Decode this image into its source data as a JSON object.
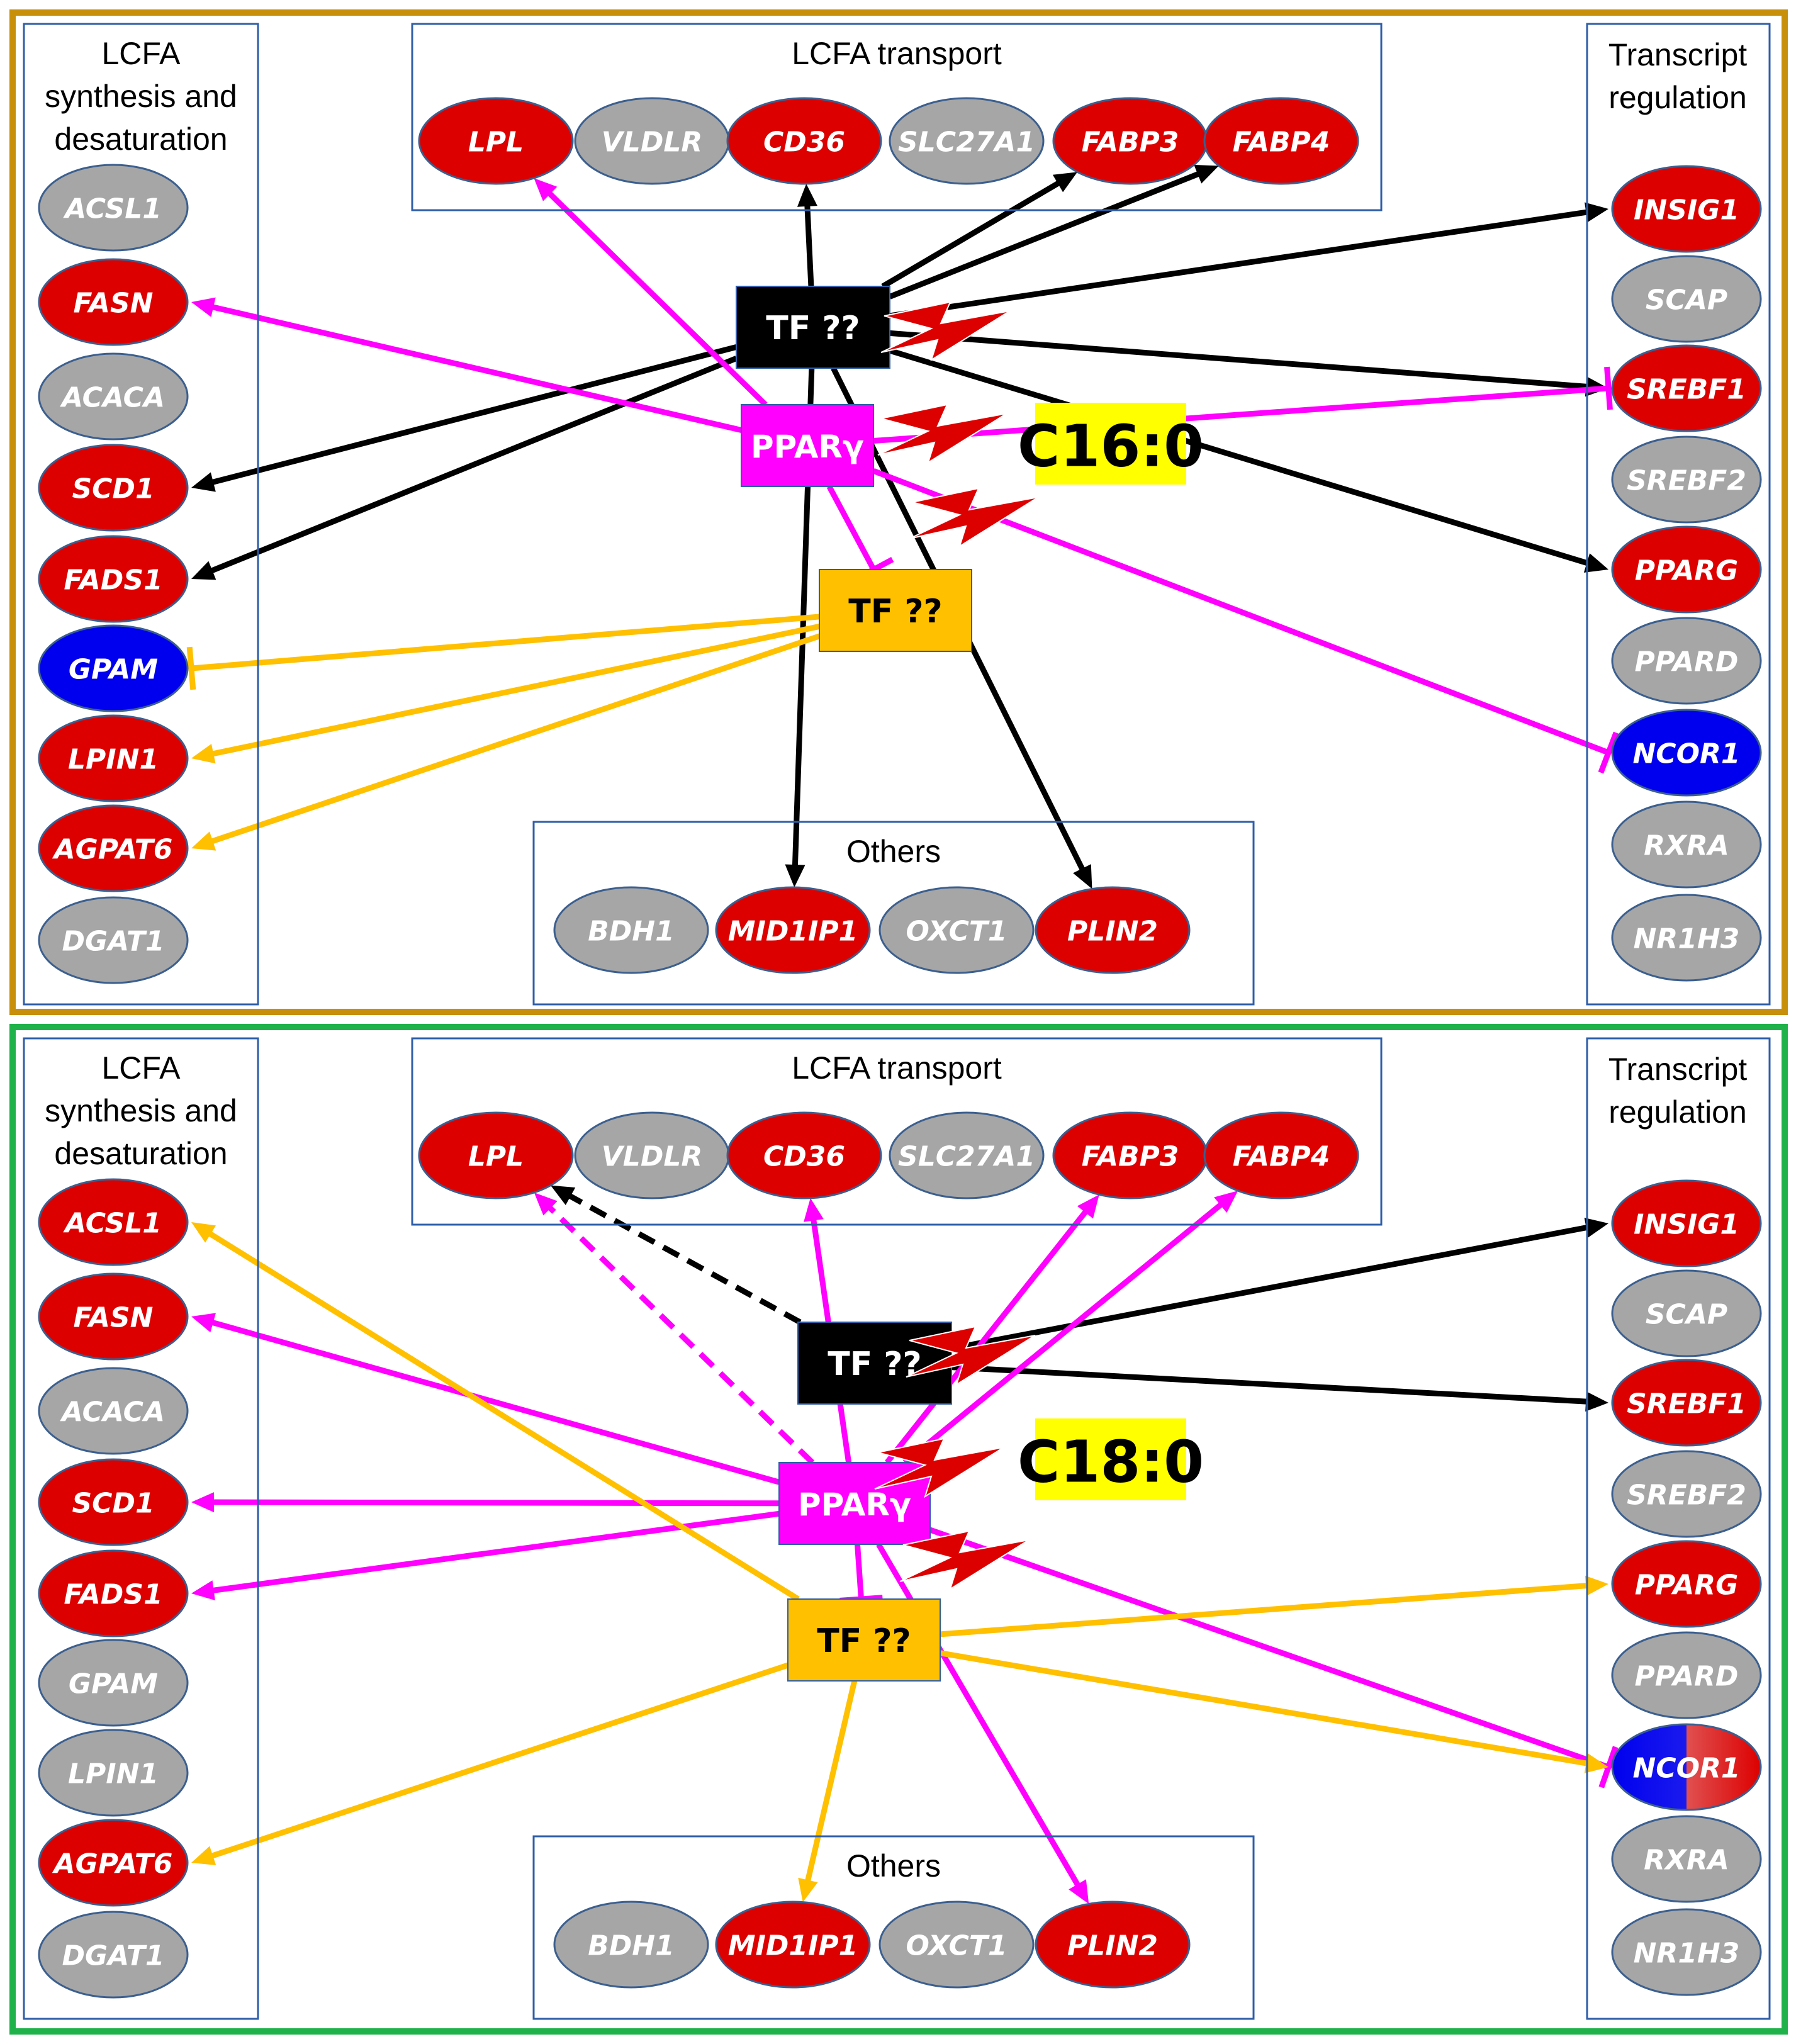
{
  "colors": {
    "red": "#dd0000",
    "grey": "#a6a6a6",
    "blue": "#0000ee",
    "black": "#000000",
    "magenta": "#ff00ff",
    "orange": "#ffc000",
    "yellow": "#ffff00",
    "panel_top_border": "#c8900a",
    "panel_bottom_border": "#1fb24a",
    "group_border": "#2e5ea8"
  },
  "groups": {
    "synthesis": [
      "LCFA",
      "synthesis and",
      "desaturation"
    ],
    "transport": "LCFA transport",
    "transcript": [
      "Transcript",
      "regulation"
    ],
    "others": "Others"
  },
  "panels": [
    {
      "id": "p16",
      "fatty_acid": "C16:0",
      "boxes": {
        "tf_black": "TF ??",
        "ppar": "PPARγ",
        "tf_orange": "TF ??"
      },
      "left_genes": [
        {
          "name": "ACSL1",
          "color": "grey"
        },
        {
          "name": "FASN",
          "color": "red"
        },
        {
          "name": "ACACA",
          "color": "grey"
        },
        {
          "name": "SCD1",
          "color": "red"
        },
        {
          "name": "FADS1",
          "color": "red"
        },
        {
          "name": "GPAM",
          "color": "blue"
        },
        {
          "name": "LPIN1",
          "color": "red"
        },
        {
          "name": "AGPAT6",
          "color": "red"
        },
        {
          "name": "DGAT1",
          "color": "grey"
        }
      ],
      "top_genes": [
        {
          "name": "LPL",
          "color": "red"
        },
        {
          "name": "VLDLR",
          "color": "grey"
        },
        {
          "name": "CD36",
          "color": "red"
        },
        {
          "name": "SLC27A1",
          "color": "grey"
        },
        {
          "name": "FABP3",
          "color": "red"
        },
        {
          "name": "FABP4",
          "color": "red"
        }
      ],
      "right_genes": [
        {
          "name": "INSIG1",
          "color": "red"
        },
        {
          "name": "SCAP",
          "color": "grey"
        },
        {
          "name": "SREBF1",
          "color": "red"
        },
        {
          "name": "SREBF2",
          "color": "grey"
        },
        {
          "name": "PPARG",
          "color": "red"
        },
        {
          "name": "PPARD",
          "color": "grey"
        },
        {
          "name": "NCOR1",
          "color": "blue"
        },
        {
          "name": "RXRA",
          "color": "grey"
        },
        {
          "name": "NR1H3",
          "color": "grey"
        }
      ],
      "bottom_genes": [
        {
          "name": "BDH1",
          "color": "grey"
        },
        {
          "name": "MID1IP1",
          "color": "red"
        },
        {
          "name": "OXCT1",
          "color": "grey"
        },
        {
          "name": "PLIN2",
          "color": "red"
        }
      ],
      "edges": [
        {
          "from": "tf_black",
          "to": "CD36",
          "color": "black",
          "type": "arrow"
        },
        {
          "from": "tf_black",
          "to": "FABP3",
          "color": "black",
          "type": "arrow"
        },
        {
          "from": "tf_black",
          "to": "FABP4",
          "color": "black",
          "type": "arrow"
        },
        {
          "from": "tf_black",
          "to": "INSIG1",
          "color": "black",
          "type": "arrow"
        },
        {
          "from": "tf_black",
          "to": "SREBF1",
          "color": "black",
          "type": "arrow"
        },
        {
          "from": "tf_black",
          "to": "PPARG",
          "color": "black",
          "type": "arrow"
        },
        {
          "from": "tf_black",
          "to": "SCD1",
          "color": "black",
          "type": "arrow"
        },
        {
          "from": "tf_black",
          "to": "FADS1",
          "color": "black",
          "type": "arrow"
        },
        {
          "from": "tf_black",
          "to": "MID1IP1",
          "color": "black",
          "type": "arrow"
        },
        {
          "from": "tf_black",
          "to": "PLIN2",
          "color": "black",
          "type": "arrow"
        },
        {
          "from": "ppar",
          "to": "LPL",
          "color": "magenta",
          "type": "arrow"
        },
        {
          "from": "ppar",
          "to": "FASN",
          "color": "magenta",
          "type": "arrow"
        },
        {
          "from": "ppar",
          "to": "SREBF1",
          "color": "magenta",
          "type": "inhibit"
        },
        {
          "from": "ppar",
          "to": "NCOR1",
          "color": "magenta",
          "type": "inhibit"
        },
        {
          "from": "ppar",
          "to": "tf_orange",
          "color": "magenta",
          "type": "inhibit"
        },
        {
          "from": "tf_orange",
          "to": "GPAM",
          "color": "orange",
          "type": "inhibit"
        },
        {
          "from": "tf_orange",
          "to": "LPIN1",
          "color": "orange",
          "type": "arrow"
        },
        {
          "from": "tf_orange",
          "to": "AGPAT6",
          "color": "orange",
          "type": "arrow"
        }
      ]
    },
    {
      "id": "p18",
      "fatty_acid": "C18:0",
      "boxes": {
        "tf_black": "TF ??",
        "ppar": "PPARγ",
        "tf_orange": "TF ??"
      },
      "left_genes": [
        {
          "name": "ACSL1",
          "color": "red"
        },
        {
          "name": "FASN",
          "color": "red"
        },
        {
          "name": "ACACA",
          "color": "grey"
        },
        {
          "name": "SCD1",
          "color": "red"
        },
        {
          "name": "FADS1",
          "color": "red"
        },
        {
          "name": "GPAM",
          "color": "grey"
        },
        {
          "name": "LPIN1",
          "color": "grey"
        },
        {
          "name": "AGPAT6",
          "color": "red"
        },
        {
          "name": "DGAT1",
          "color": "grey"
        }
      ],
      "top_genes": [
        {
          "name": "LPL",
          "color": "red"
        },
        {
          "name": "VLDLR",
          "color": "grey"
        },
        {
          "name": "CD36",
          "color": "red"
        },
        {
          "name": "SLC27A1",
          "color": "grey"
        },
        {
          "name": "FABP3",
          "color": "red"
        },
        {
          "name": "FABP4",
          "color": "red"
        }
      ],
      "right_genes": [
        {
          "name": "INSIG1",
          "color": "red"
        },
        {
          "name": "SCAP",
          "color": "grey"
        },
        {
          "name": "SREBF1",
          "color": "red"
        },
        {
          "name": "SREBF2",
          "color": "grey"
        },
        {
          "name": "PPARG",
          "color": "red"
        },
        {
          "name": "PPARD",
          "color": "grey"
        },
        {
          "name": "NCOR1",
          "color": "split"
        },
        {
          "name": "RXRA",
          "color": "grey"
        },
        {
          "name": "NR1H3",
          "color": "grey"
        }
      ],
      "bottom_genes": [
        {
          "name": "BDH1",
          "color": "grey"
        },
        {
          "name": "MID1IP1",
          "color": "red"
        },
        {
          "name": "OXCT1",
          "color": "grey"
        },
        {
          "name": "PLIN2",
          "color": "red"
        }
      ],
      "edges": [
        {
          "from": "tf_black",
          "to": "LPL",
          "color": "black",
          "type": "arrow",
          "dashed": true
        },
        {
          "from": "tf_black",
          "to": "INSIG1",
          "color": "black",
          "type": "arrow"
        },
        {
          "from": "tf_black",
          "to": "SREBF1",
          "color": "black",
          "type": "arrow"
        },
        {
          "from": "ppar",
          "to": "LPL",
          "color": "magenta",
          "type": "arrow",
          "dashed": true
        },
        {
          "from": "ppar",
          "to": "CD36",
          "color": "magenta",
          "type": "arrow"
        },
        {
          "from": "ppar",
          "to": "FABP3",
          "color": "magenta",
          "type": "arrow"
        },
        {
          "from": "ppar",
          "to": "FABP4",
          "color": "magenta",
          "type": "arrow"
        },
        {
          "from": "ppar",
          "to": "FASN",
          "color": "magenta",
          "type": "arrow"
        },
        {
          "from": "ppar",
          "to": "SCD1",
          "color": "magenta",
          "type": "arrow"
        },
        {
          "from": "ppar",
          "to": "FADS1",
          "color": "magenta",
          "type": "arrow"
        },
        {
          "from": "ppar",
          "to": "PLIN2",
          "color": "magenta",
          "type": "arrow"
        },
        {
          "from": "ppar",
          "to": "NCOR1",
          "color": "magenta",
          "type": "inhibit"
        },
        {
          "from": "ppar",
          "to": "tf_orange",
          "color": "magenta",
          "type": "inhibit"
        },
        {
          "from": "tf_orange",
          "to": "ACSL1",
          "color": "orange",
          "type": "arrow"
        },
        {
          "from": "tf_orange",
          "to": "AGPAT6",
          "color": "orange",
          "type": "arrow"
        },
        {
          "from": "tf_orange",
          "to": "PPARG",
          "color": "orange",
          "type": "arrow"
        },
        {
          "from": "tf_orange",
          "to": "NCOR1",
          "color": "orange",
          "type": "arrow"
        },
        {
          "from": "tf_orange",
          "to": "MID1IP1",
          "color": "orange",
          "type": "arrow"
        }
      ]
    }
  ]
}
